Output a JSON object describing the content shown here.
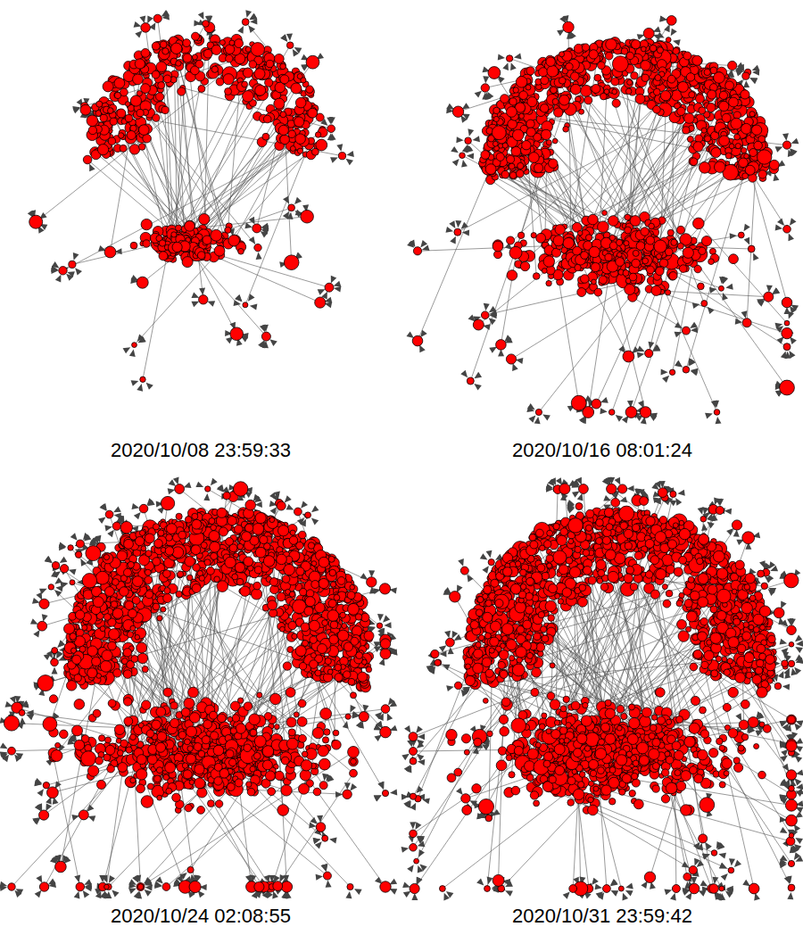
{
  "diagram": {
    "labels": [
      "2020/10/08 23:59:33",
      "2020/10/16 08:01:24",
      "2020/10/24 02:08:55",
      "2020/10/31 23:59:42"
    ]
  }
}
